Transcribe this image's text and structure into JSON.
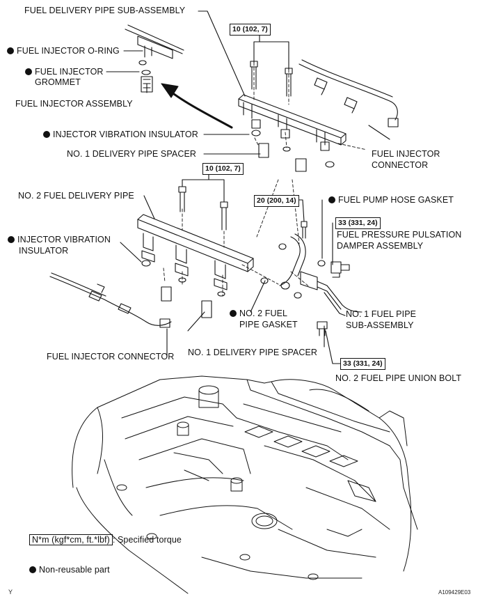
{
  "labels": {
    "fuel_delivery_pipe_sub_assembly": "FUEL DELIVERY PIPE SUB-ASSEMBLY",
    "fuel_injector_o_ring": "FUEL INJECTOR O-RING",
    "fuel_injector_grommet_1": "FUEL INJECTOR",
    "fuel_injector_grommet_2": "GROMMET",
    "fuel_injector_assembly": "FUEL INJECTOR ASSEMBLY",
    "injector_vibration_insulator_top": "INJECTOR VIBRATION INSULATOR",
    "no1_delivery_pipe_spacer_top": "NO. 1 DELIVERY PIPE SPACER",
    "fuel_injector_connector_right_1": "FUEL INJECTOR",
    "fuel_injector_connector_right_2": "CONNECTOR",
    "no2_fuel_delivery_pipe": "NO. 2 FUEL DELIVERY PIPE",
    "fuel_pump_hose_gasket": "FUEL PUMP HOSE GASKET",
    "fuel_pressure_pulsation_1": "FUEL PRESSURE PULSATION",
    "fuel_pressure_pulsation_2": "DAMPER ASSEMBLY",
    "injector_vibration_insulator_left_1": "INJECTOR VIBRATION",
    "injector_vibration_insulator_left_2": "INSULATOR",
    "no2_fuel_pipe_gasket_1": "NO. 2 FUEL",
    "no2_fuel_pipe_gasket_2": "PIPE GASKET",
    "no1_fuel_pipe_sub_assembly_1": "NO. 1 FUEL PIPE",
    "no1_fuel_pipe_sub_assembly_2": "SUB-ASSEMBLY",
    "fuel_injector_connector_left": "FUEL INJECTOR CONNECTOR",
    "no1_delivery_pipe_spacer_bottom": "NO. 1 DELIVERY PIPE SPACER",
    "no2_fuel_pipe_union_bolt": "NO. 2 FUEL PIPE UNION BOLT"
  },
  "torques": {
    "top_bolts": "10 (102, 7)",
    "middle_bolts": "10 (102, 7)",
    "pipe_bolt": "20 (200, 14)",
    "damper": "33 (331, 24)",
    "union_bolt": "33 (331, 24)"
  },
  "legend": {
    "torque_unit": "N*m (kgf*cm, ft.*lbf)",
    "torque_desc": ": Specified torque",
    "nonreusable": "Non-reusable part"
  },
  "corner": {
    "left": "Y",
    "right": "A109429E03"
  },
  "colors": {
    "ink": "#111111",
    "paper": "#ffffff"
  }
}
